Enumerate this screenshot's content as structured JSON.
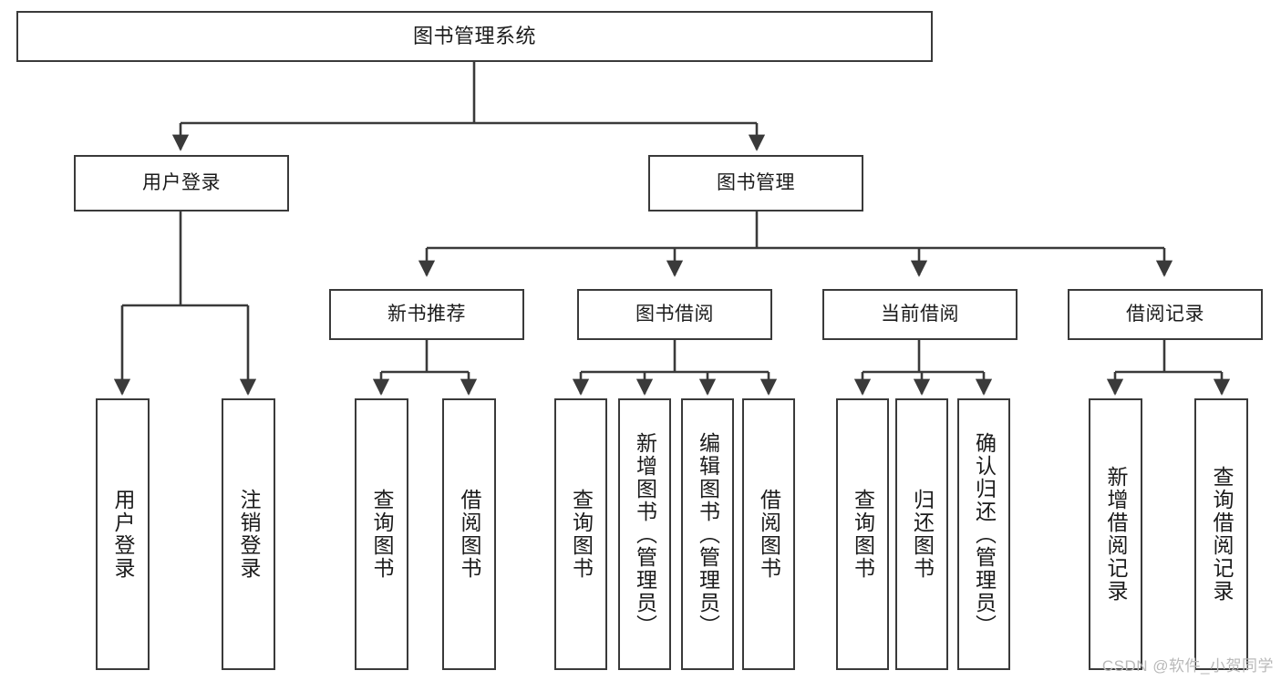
{
  "diagram": {
    "title": "图书管理系统",
    "type": "tree-hierarchy-chart",
    "colors": {
      "stroke": "#3a3a3a",
      "fill": "#ffffff",
      "text": "#1b1b1b",
      "watermark": "#b9b9b9"
    },
    "root": {
      "label": "图书管理系统"
    },
    "level1": [
      {
        "label": "用户登录"
      },
      {
        "label": "图书管理"
      }
    ],
    "level2": [
      {
        "label": "新书推荐"
      },
      {
        "label": "图书借阅"
      },
      {
        "label": "当前借阅"
      },
      {
        "label": "借阅记录"
      }
    ],
    "leaves": {
      "user_login": [
        {
          "label": "用户登录"
        },
        {
          "label": "注销登录"
        }
      ],
      "new_book_recommend": [
        {
          "label": "查询图书"
        },
        {
          "label": "借阅图书"
        }
      ],
      "book_borrow": [
        {
          "label": "查询图书"
        },
        {
          "label": "新增图书（管理员）"
        },
        {
          "label": "编辑图书（管理员）"
        },
        {
          "label": "借阅图书"
        }
      ],
      "current_borrow": [
        {
          "label": "查询图书"
        },
        {
          "label": "归还图书"
        },
        {
          "label": "确认归还（管理员）"
        }
      ],
      "borrow_record": [
        {
          "label": "新增借阅记录"
        },
        {
          "label": "查询借阅记录"
        }
      ]
    }
  },
  "watermark": {
    "text": "CSDN @软件_小贺同学"
  }
}
